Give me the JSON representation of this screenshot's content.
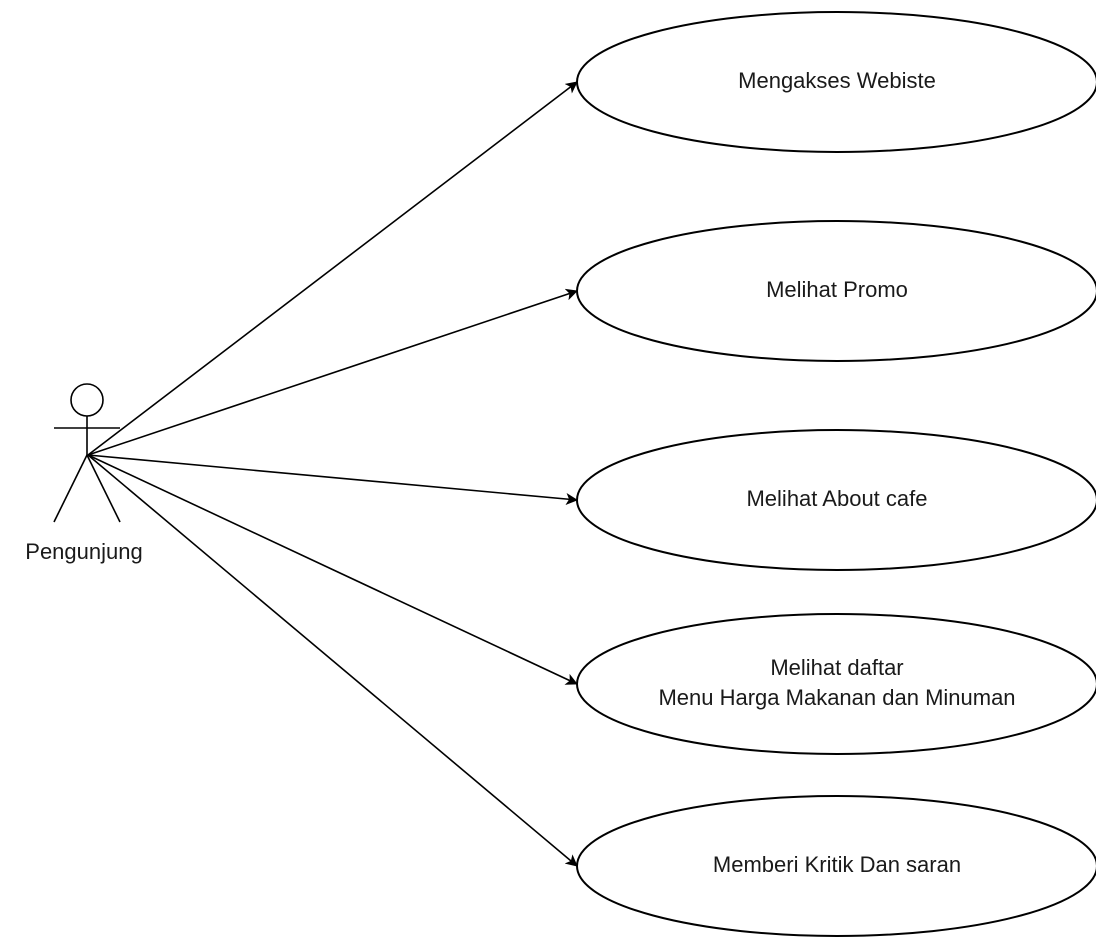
{
  "actor": {
    "name": "Pengunjung"
  },
  "use_cases": [
    {
      "lines": [
        "Mengakses Webiste"
      ]
    },
    {
      "lines": [
        "Melihat Promo"
      ]
    },
    {
      "lines": [
        "Melihat About cafe"
      ]
    },
    {
      "lines": [
        "Melihat daftar",
        "Menu Harga Makanan dan Minuman"
      ]
    },
    {
      "lines": [
        "Memberi Kritik Dan saran"
      ]
    }
  ]
}
